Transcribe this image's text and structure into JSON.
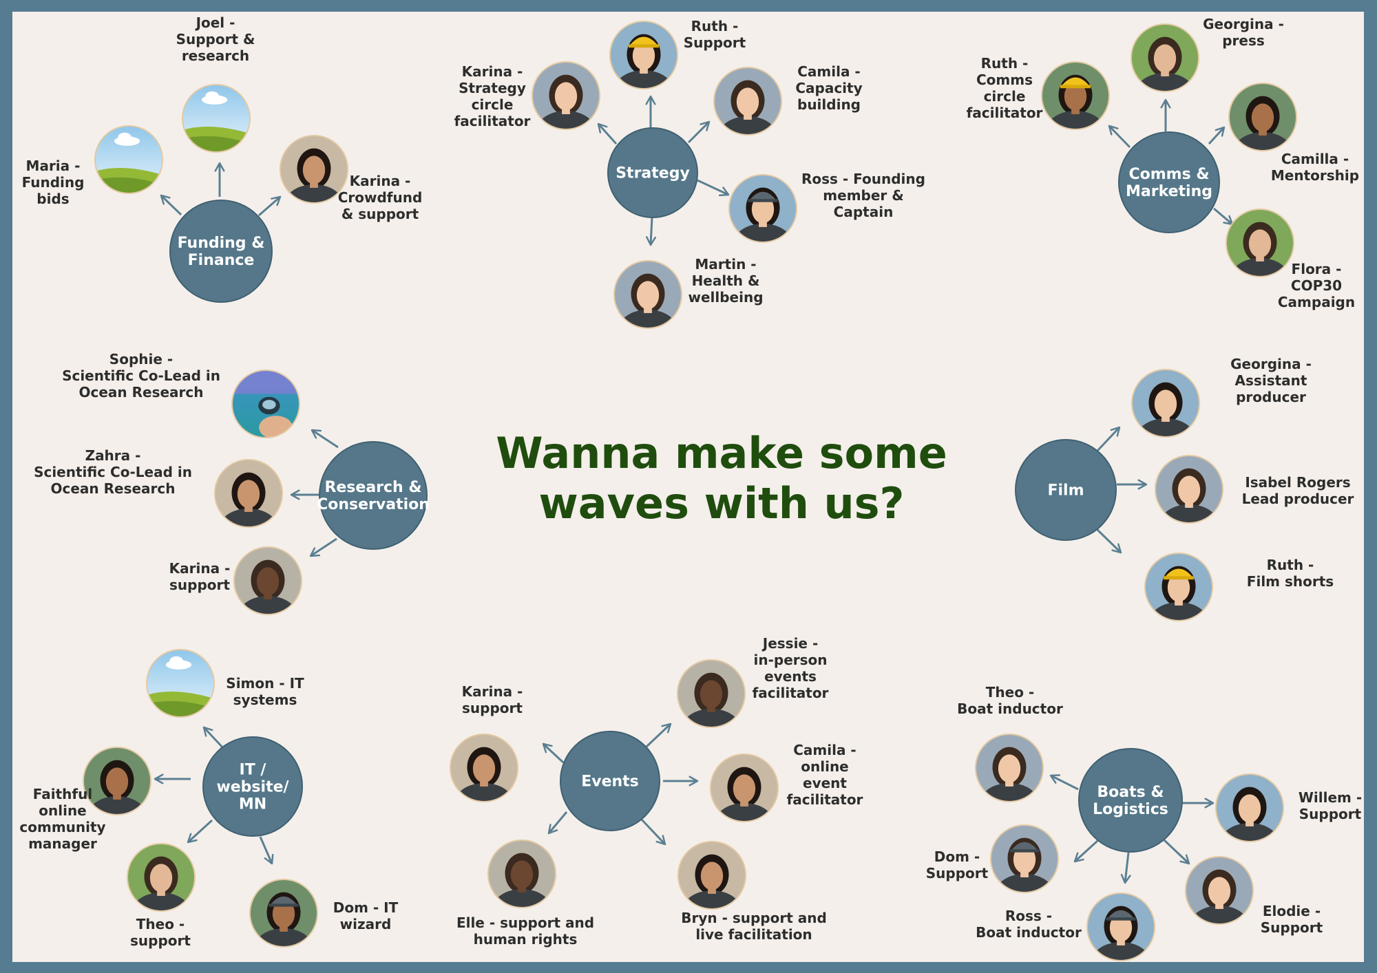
{
  "colors": {
    "frame": "#567c91",
    "board": "#f4efea",
    "hub": "#557789",
    "hub_border": "#3f6072",
    "arrow": "#5b7f92",
    "title": "#1f4d0e",
    "label": "#2d2d2d"
  },
  "headline": {
    "line1": "Wanna make some",
    "line2": "waves with us?"
  },
  "groups": [
    {
      "hub": [
        "Funding &",
        "Finance"
      ],
      "members": [
        {
          "label": [
            "Maria -",
            "Funding",
            "bids"
          ],
          "photo": "sky-landscape"
        },
        {
          "label": [
            "Joel -",
            "Support &",
            "research"
          ],
          "photo": "sky-landscape"
        },
        {
          "label": [
            "Karina -",
            "Crowdfund",
            "& support"
          ],
          "photo": "portrait"
        }
      ]
    },
    {
      "hub": [
        "Strategy"
      ],
      "members": [
        {
          "label": [
            "Karina -",
            "Strategy",
            "circle",
            "facilitator"
          ],
          "photo": "portrait"
        },
        {
          "label": [
            "Ruth -",
            "Support"
          ],
          "photo": "portrait-yellow-cap"
        },
        {
          "label": [
            "Camila -",
            "Capacity",
            "building"
          ],
          "photo": "portrait"
        },
        {
          "label": [
            "Ross - Founding",
            "member &",
            "Captain"
          ],
          "photo": "portrait-cap"
        },
        {
          "label": [
            "Martin -",
            "Health &",
            "wellbeing"
          ],
          "photo": "portrait"
        }
      ]
    },
    {
      "hub": [
        "Comms &",
        "Marketing"
      ],
      "members": [
        {
          "label": [
            "Ruth -",
            "Comms",
            "circle",
            "facilitator"
          ],
          "photo": "portrait-yellow-cap"
        },
        {
          "label": [
            "Georgina -",
            "press"
          ],
          "photo": "portrait"
        },
        {
          "label": [
            "Camilla -",
            "Mentorship"
          ],
          "photo": "portrait"
        },
        {
          "label": [
            "Flora -",
            "COP30",
            "Campaign"
          ],
          "photo": "portrait"
        }
      ]
    },
    {
      "hub": [
        "Research &",
        "Conservation"
      ],
      "members": [
        {
          "label": [
            "Sophie -",
            "Scientific Co-Lead in",
            "Ocean Research"
          ],
          "photo": "underwater"
        },
        {
          "label": [
            "Zahra -",
            "Scientific Co-Lead in",
            "Ocean Research"
          ],
          "photo": "portrait"
        },
        {
          "label": [
            "Karina -",
            "support"
          ],
          "photo": "portrait"
        }
      ]
    },
    {
      "hub": [
        "Film"
      ],
      "members": [
        {
          "label": [
            "Georgina -",
            "Assistant",
            "producer"
          ],
          "photo": "portrait"
        },
        {
          "label": [
            "Isabel Rogers",
            "Lead producer"
          ],
          "photo": "portrait"
        },
        {
          "label": [
            "Ruth -",
            "Film shorts"
          ],
          "photo": "portrait-yellow-cap"
        }
      ]
    },
    {
      "hub": [
        "IT /",
        "website/",
        "MN"
      ],
      "members": [
        {
          "label": [
            "Simon - IT",
            "systems"
          ],
          "photo": "sky-landscape"
        },
        {
          "label": [
            "Faithful",
            "online",
            "community",
            "manager"
          ],
          "photo": "portrait"
        },
        {
          "label": [
            "Theo -",
            "support"
          ],
          "photo": "portrait"
        },
        {
          "label": [
            "Dom - IT",
            "wizard"
          ],
          "photo": "portrait-cap"
        }
      ]
    },
    {
      "hub": [
        "Events"
      ],
      "members": [
        {
          "label": [
            "Karina -",
            "support"
          ],
          "photo": "portrait"
        },
        {
          "label": [
            "Jessie -",
            "in-person",
            "events",
            "facilitator"
          ],
          "photo": "portrait"
        },
        {
          "label": [
            "Camila -",
            "online",
            "event",
            "facilitator"
          ],
          "photo": "portrait"
        },
        {
          "label": [
            "Elle - support and",
            "human rights"
          ],
          "photo": "portrait"
        },
        {
          "label": [
            "Bryn - support and",
            "live facilitation"
          ],
          "photo": "portrait"
        }
      ]
    },
    {
      "hub": [
        "Boats &",
        "Logistics"
      ],
      "members": [
        {
          "label": [
            "Theo -",
            "Boat inductor"
          ],
          "photo": "portrait"
        },
        {
          "label": [
            "Willem -",
            "Support"
          ],
          "photo": "portrait"
        },
        {
          "label": [
            "Dom -",
            "Support"
          ],
          "photo": "portrait-cap"
        },
        {
          "label": [
            "Ross -",
            "Boat inductor"
          ],
          "photo": "portrait-cap"
        },
        {
          "label": [
            "Elodie -",
            "Support"
          ],
          "photo": "portrait"
        }
      ]
    }
  ]
}
